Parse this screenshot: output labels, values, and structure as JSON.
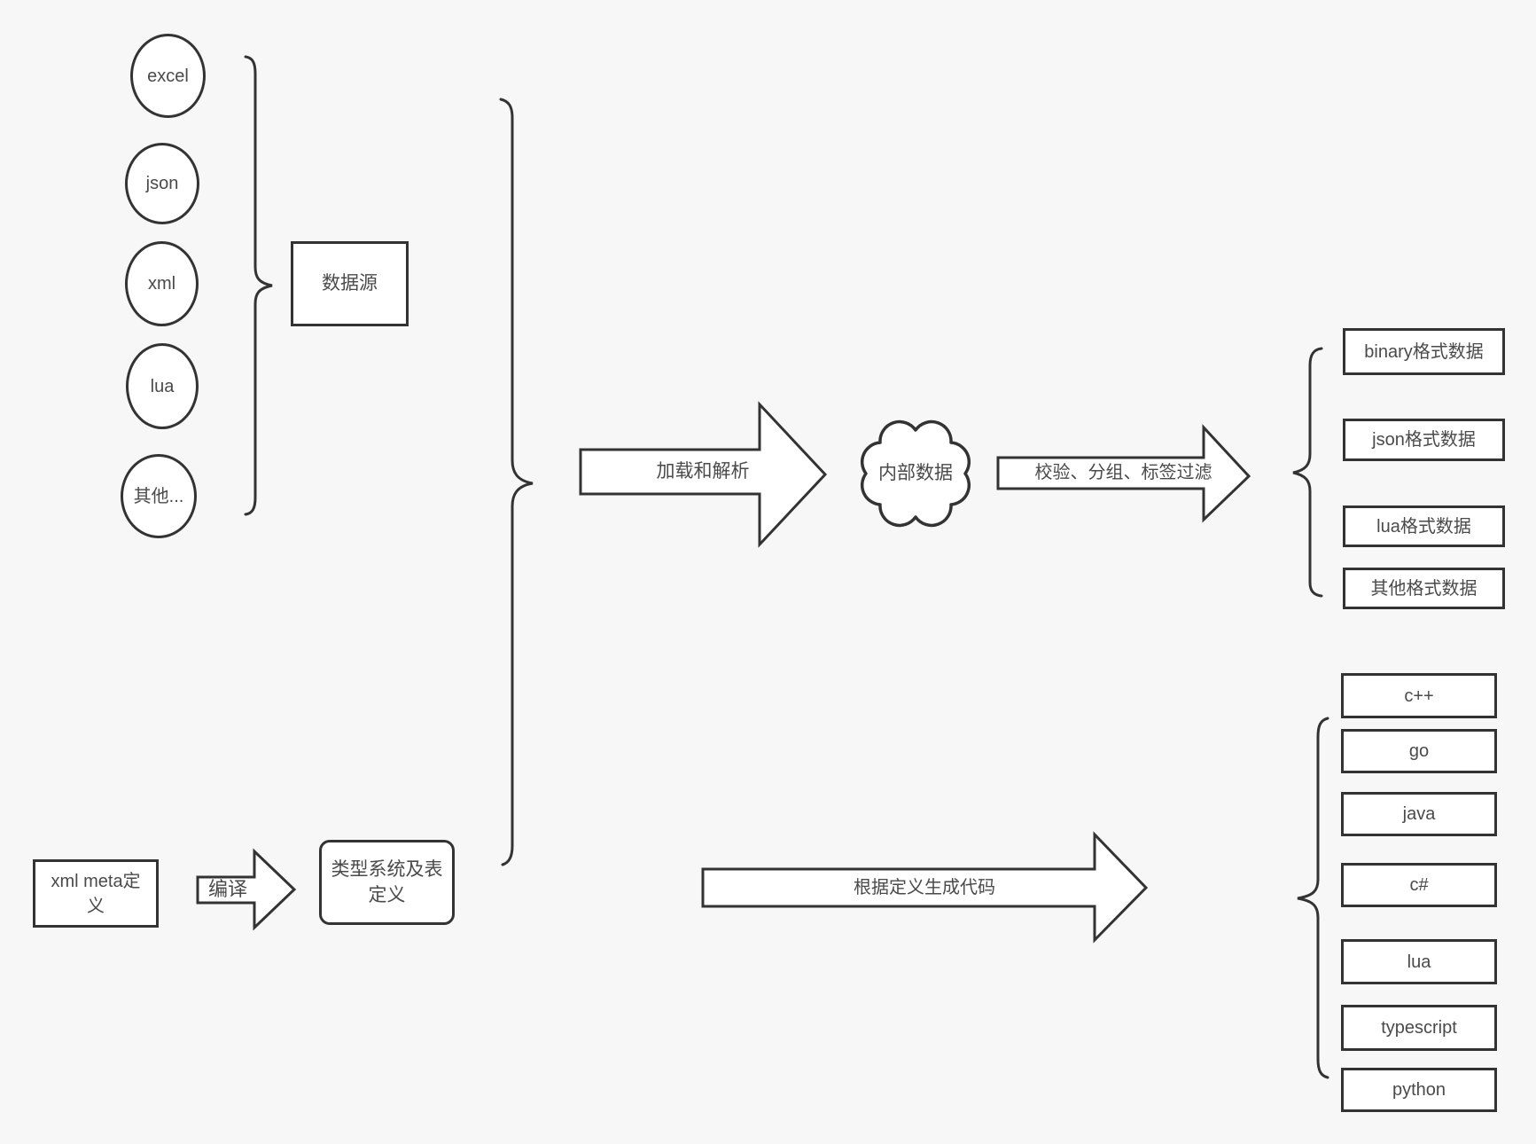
{
  "sources": {
    "items": [
      {
        "label": "excel"
      },
      {
        "label": "json"
      },
      {
        "label": "xml"
      },
      {
        "label": "lua"
      },
      {
        "label": "其他..."
      }
    ],
    "group_label": "数据源"
  },
  "flow": {
    "load_parse_arrow_label": "加载和解析",
    "internal_data_cloud_label": "内部数据",
    "filter_arrow_label": "校验、分组、标签过滤",
    "compile_arrow_label": "编译",
    "codegen_arrow_label": "根据定义生成代码"
  },
  "definitions": {
    "xml_meta_box_label": "xml meta定义",
    "type_system_box_label": "类型系统及表定义"
  },
  "outputs": {
    "data_formats": [
      {
        "label": "binary格式数据"
      },
      {
        "label": "json格式数据"
      },
      {
        "label": "lua格式数据"
      },
      {
        "label": "其他格式数据"
      }
    ],
    "languages": [
      {
        "label": "c++"
      },
      {
        "label": "go"
      },
      {
        "label": "java"
      },
      {
        "label": "c#"
      },
      {
        "label": "lua"
      },
      {
        "label": "typescript"
      },
      {
        "label": "python"
      }
    ]
  },
  "colors": {
    "background": "#f7f7f7",
    "stroke": "#333333",
    "shape_fill": "#ffffff",
    "text": "#4a4a4a"
  }
}
